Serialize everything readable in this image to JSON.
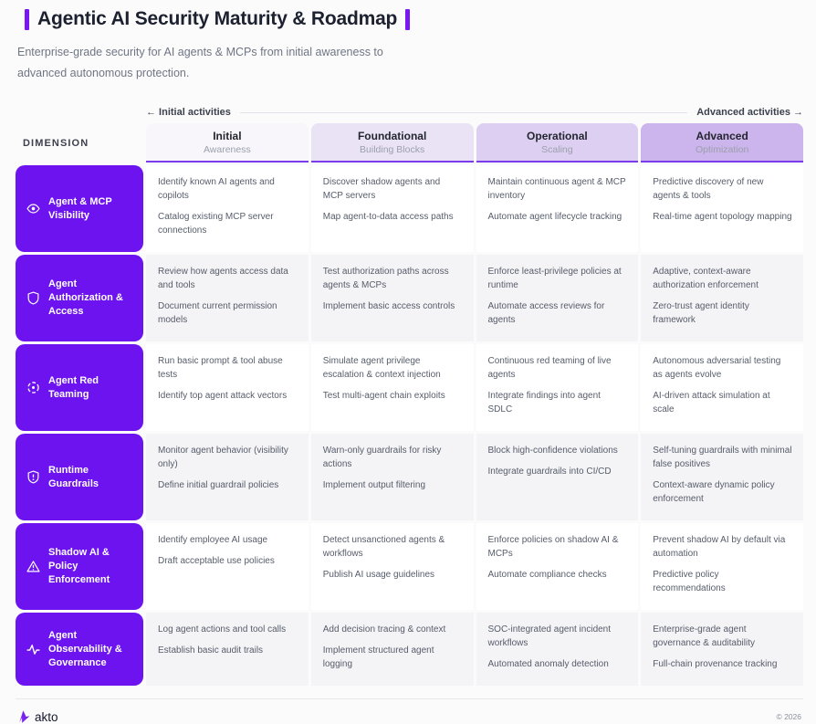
{
  "page": {
    "title": "Agentic AI Security Maturity & Roadmap",
    "subtitle": "Enterprise-grade security for AI agents & MCPs from initial awareness to advanced autonomous protection.",
    "axis_left": "← Initial activities",
    "axis_right": "Advanced activities →",
    "dimension_header": "DIMENSION",
    "footer": {
      "brand": "akto",
      "copyright": "© 2026"
    }
  },
  "colors": {
    "accent_purple": "#7a16f2",
    "row_label_bg": "#6d13f0",
    "header_underline": "#7c3aed",
    "column_header_bgs": [
      "#f8f6fb",
      "#eae3f6",
      "#ddcff2",
      "#ccb4ec"
    ]
  },
  "columns": [
    {
      "title": "Initial",
      "subtitle": "Awareness"
    },
    {
      "title": "Foundational",
      "subtitle": "Building Blocks"
    },
    {
      "title": "Operational",
      "subtitle": "Scaling"
    },
    {
      "title": "Advanced",
      "subtitle": "Optimization"
    }
  ],
  "rows": [
    {
      "dimension": "Agent & MCP Visibility",
      "icon": "eye-icon",
      "cells": [
        [
          "Identify known AI agents and copilots",
          "Catalog existing MCP server connections"
        ],
        [
          "Discover shadow agents and MCP servers",
          "Map agent-to-data access paths"
        ],
        [
          "Maintain continuous agent & MCP inventory",
          "Automate agent lifecycle tracking"
        ],
        [
          "Predictive discovery of new agents & tools",
          "Real-time agent topology mapping"
        ]
      ]
    },
    {
      "dimension": "Agent Authorization & Access",
      "icon": "shield-icon",
      "cells": [
        [
          "Review how agents access data and tools",
          "Document current permission models"
        ],
        [
          "Test authorization paths across agents & MCPs",
          "Implement basic access controls"
        ],
        [
          "Enforce least-privilege policies at runtime",
          "Automate access reviews for agents"
        ],
        [
          "Adaptive, context-aware authorization enforcement",
          "Zero-trust agent identity framework"
        ]
      ]
    },
    {
      "dimension": "Agent Red Teaming",
      "icon": "target-icon",
      "cells": [
        [
          "Run basic prompt & tool abuse tests",
          "Identify top agent attack vectors"
        ],
        [
          "Simulate agent privilege escalation & context injection",
          "Test multi-agent chain exploits"
        ],
        [
          "Continuous red teaming of live agents",
          "Integrate findings into agent SDLC"
        ],
        [
          "Autonomous adversarial testing as agents evolve",
          "AI-driven attack simulation at scale"
        ]
      ]
    },
    {
      "dimension": "Runtime Guardrails",
      "icon": "shield-alert-icon",
      "cells": [
        [
          "Monitor agent behavior (visibility only)",
          "Define initial guardrail policies"
        ],
        [
          "Warn-only guardrails for risky actions",
          "Implement output filtering"
        ],
        [
          "Block high-confidence violations",
          "Integrate guardrails into CI/CD"
        ],
        [
          "Self-tuning guardrails with minimal false positives",
          "Context-aware dynamic policy enforcement"
        ]
      ]
    },
    {
      "dimension": "Shadow AI & Policy Enforcement",
      "icon": "warning-triangle-icon",
      "cells": [
        [
          "Identify employee AI usage",
          "Draft acceptable use policies"
        ],
        [
          "Detect unsanctioned agents & workflows",
          "Publish AI usage guidelines"
        ],
        [
          "Enforce policies on shadow AI & MCPs",
          "Automate compliance checks"
        ],
        [
          "Prevent shadow AI by default via automation",
          "Predictive policy recommendations"
        ]
      ]
    },
    {
      "dimension": "Agent Observability & Governance",
      "icon": "activity-icon",
      "cells": [
        [
          "Log agent actions and tool calls",
          "Establish basic audit trails"
        ],
        [
          "Add decision tracing & context",
          "Implement structured agent logging"
        ],
        [
          "SOC-integrated agent incident workflows",
          "Automated anomaly detection"
        ],
        [
          "Enterprise-grade agent governance & auditability",
          "Full-chain provenance tracking"
        ]
      ]
    }
  ]
}
